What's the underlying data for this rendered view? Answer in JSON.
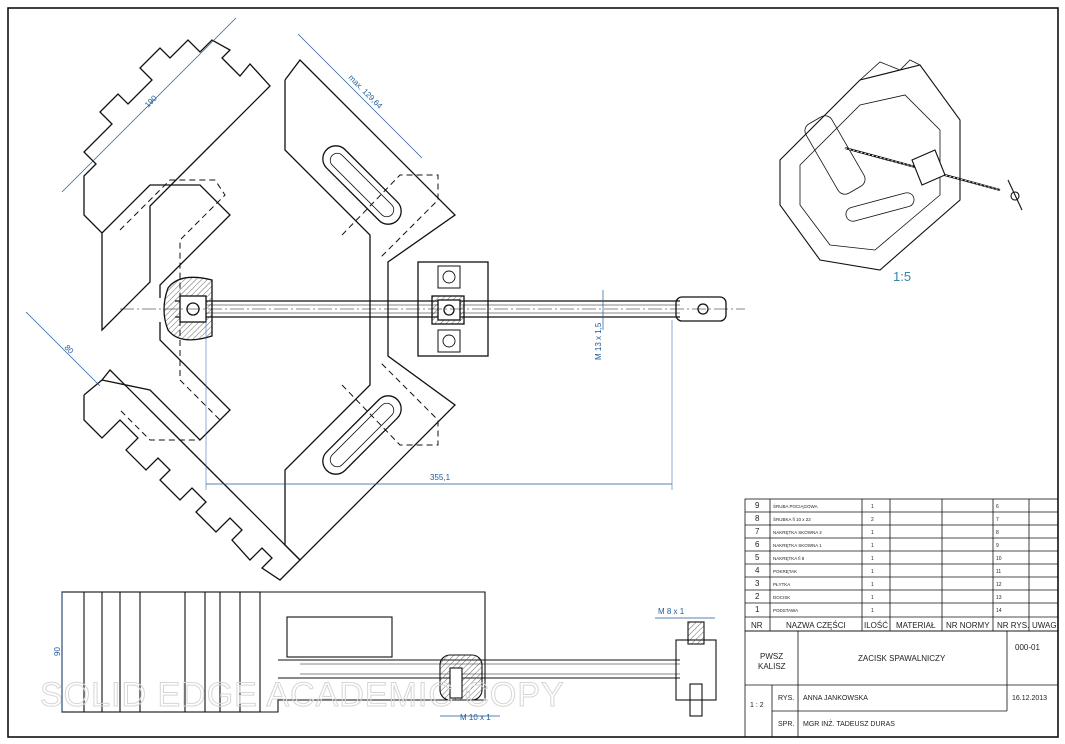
{
  "drawing": {
    "scale_iso": "1:5",
    "dimensions": {
      "d190": "190",
      "dmax": "max. 129,64",
      "d80": "80",
      "dthread": "M 13 x 1,5",
      "d355": "355,1",
      "d90": "90",
      "dm8": "M 8 x 1",
      "dm10": "M 10 x 1"
    },
    "watermark": "SOLID EDGE ACADEMIC COPY"
  },
  "parts_list": {
    "rows": [
      {
        "nr": "9",
        "name": "ŚRUBA POCIĄGOWA",
        "qty": "1",
        "code": "6"
      },
      {
        "nr": "8",
        "name": "ŚRUBKA fi 10 x 22",
        "qty": "2",
        "code": "7"
      },
      {
        "nr": "7",
        "name": "NAKRĘTKA SKOWNA 2",
        "qty": "1",
        "code": "8"
      },
      {
        "nr": "6",
        "name": "NAKRĘTKA SKOWNA 1",
        "qty": "1",
        "code": "9"
      },
      {
        "nr": "5",
        "name": "NAKRĘTKA fi 8",
        "qty": "1",
        "code": "10"
      },
      {
        "nr": "4",
        "name": "POKRĘTAK",
        "qty": "1",
        "code": "11"
      },
      {
        "nr": "3",
        "name": "PŁYTKA",
        "qty": "1",
        "code": "12"
      },
      {
        "nr": "2",
        "name": "DOCISK",
        "qty": "1",
        "code": "13"
      },
      {
        "nr": "1",
        "name": "PODSTAWA",
        "qty": "1",
        "code": "14"
      }
    ],
    "headers": {
      "nr": "NR",
      "name": "NAZWA CZĘŚCI",
      "qty": "ILOŚĆ",
      "material": "MATERIAŁ",
      "norm": "NR NORMY",
      "drawing": "NR RYS.",
      "notes": "UWAGI"
    }
  },
  "title_block": {
    "school_line1": "PWSZ",
    "school_line2": "KALISZ",
    "title": "ZACISK SPAWALNICZY",
    "number": "000-01",
    "scale": "1 : 2",
    "drawn_label": "RYS.",
    "drawn_name": "ANNA JANKOWSKA",
    "date": "16.12.2013",
    "checked_label": "SPR.",
    "checked_name": "MGR INŻ. TADEUSZ DURAS"
  },
  "colors": {
    "dimension": "#1f5a9a",
    "line": "#111111",
    "hatch": "#444444"
  }
}
